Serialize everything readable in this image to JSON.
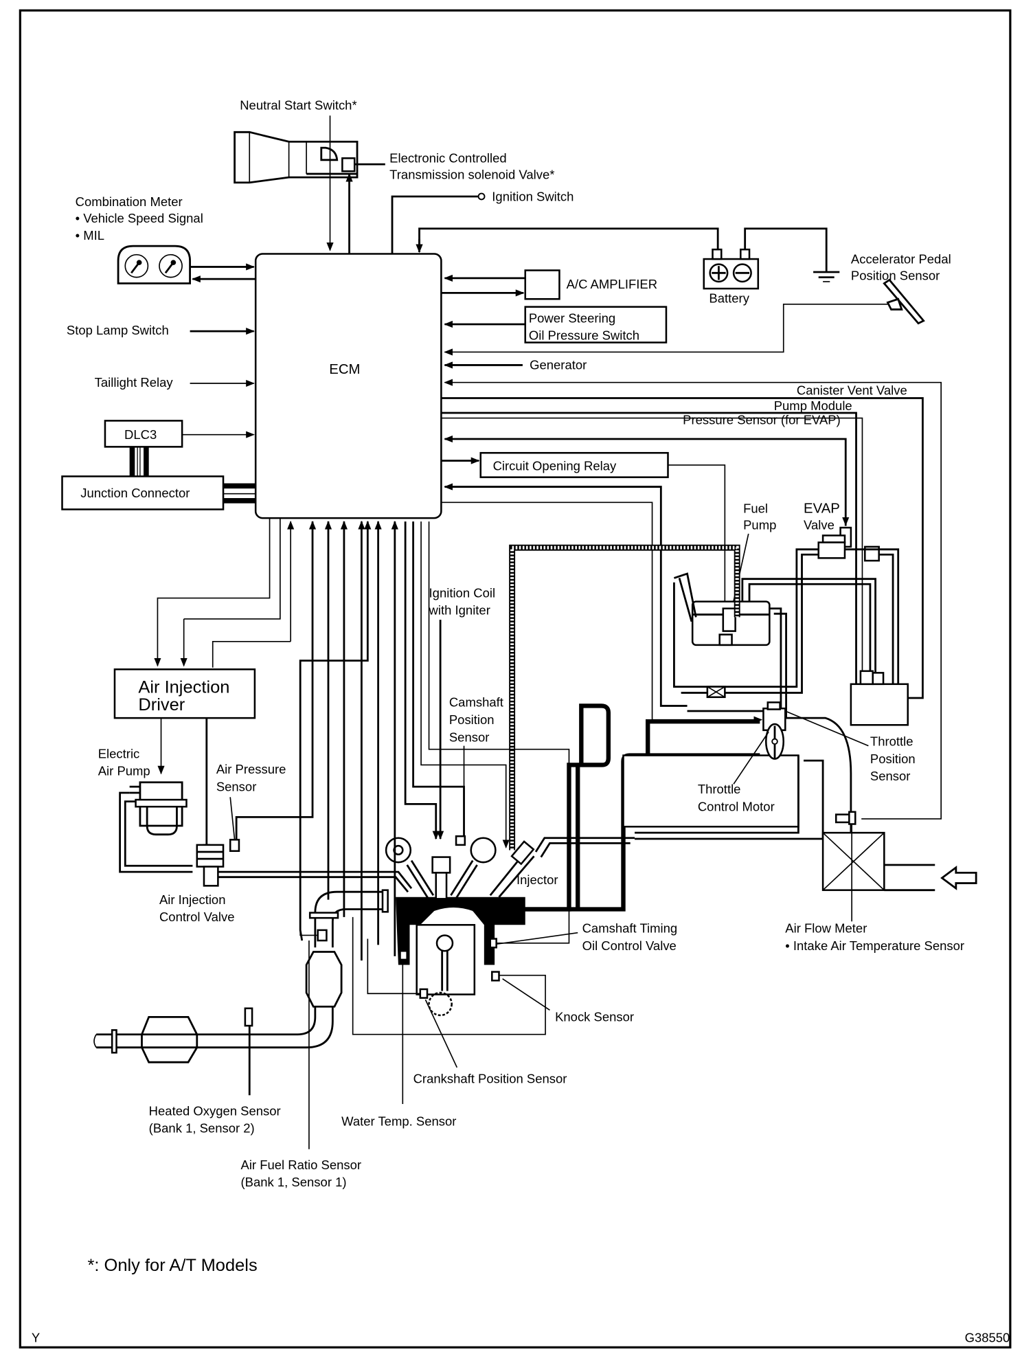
{
  "frame": {
    "corner_left": "Y",
    "figure_id": "G38550"
  },
  "ecm": {
    "label": "ECM"
  },
  "top": {
    "neutral_start_switch": "Neutral Start Switch*",
    "ect_solenoid_line1": "Electronic Controlled",
    "ect_solenoid_line2": "Transmission solenoid Valve*",
    "ignition_switch": "Ignition Switch"
  },
  "left": {
    "combination_meter": "Combination Meter",
    "vehicle_speed_signal": "• Vehicle Speed Signal",
    "mil": "• MIL",
    "stop_lamp_switch": "Stop Lamp Switch",
    "taillight_relay": "Taillight Relay",
    "dlc3": "DLC3",
    "junction_connector": "Junction Connector"
  },
  "right": {
    "ac_amplifier": "A/C AMPLIFIER",
    "battery": "Battery",
    "accel_pedal_line1": "Accelerator Pedal",
    "accel_pedal_line2": "Position Sensor",
    "power_steering_line1": "Power Steering",
    "power_steering_line2": "Oil Pressure Switch",
    "generator": "Generator",
    "canister_vent_valve": "Canister Vent Valve",
    "pump_module": "Pump Module",
    "pressure_sensor_evap": "Pressure Sensor (for EVAP)",
    "circuit_opening_relay": "Circuit Opening Relay",
    "fuel_pump_line1": "Fuel",
    "fuel_pump_line2": "Pump",
    "evap_valve_line1": "EVAP",
    "evap_valve_line2": "Valve"
  },
  "engine": {
    "air_injection_driver_line1": "Air Injection",
    "air_injection_driver_line2": "Driver",
    "electric_air_pump_line1": "Electric",
    "electric_air_pump_line2": "Air Pump",
    "air_pressure_sensor_line1": "Air Pressure",
    "air_pressure_sensor_line2": "Sensor",
    "air_injection_cv_line1": "Air Injection",
    "air_injection_cv_line2": "Control Valve",
    "ignition_coil_line1": "Ignition Coil",
    "ignition_coil_line2": "with Igniter",
    "camshaft_pos_line1": "Camshaft",
    "camshaft_pos_line2": "Position",
    "camshaft_pos_line3": "Sensor",
    "injector": "Injector",
    "throttle_pos_line1": "Throttle",
    "throttle_pos_line2": "Position",
    "throttle_pos_line3": "Sensor",
    "throttle_motor_line1": "Throttle",
    "throttle_motor_line2": "Control Motor",
    "camshaft_timing_line1": "Camshaft Timing",
    "camshaft_timing_line2": "Oil Control Valve",
    "air_flow_meter_line1": "Air Flow Meter",
    "air_flow_meter_line2": "• Intake Air Temperature Sensor",
    "knock_sensor": "Knock Sensor",
    "crankshaft_pos": "Crankshaft Position Sensor",
    "heated_o2_line1": "Heated Oxygen Sensor",
    "heated_o2_line2": "(Bank 1, Sensor 2)",
    "water_temp": "Water Temp. Sensor",
    "af_ratio_line1": "Air Fuel Ratio Sensor",
    "af_ratio_line2": "(Bank 1, Sensor 1)"
  },
  "footnote": "*: Only for A/T Models"
}
